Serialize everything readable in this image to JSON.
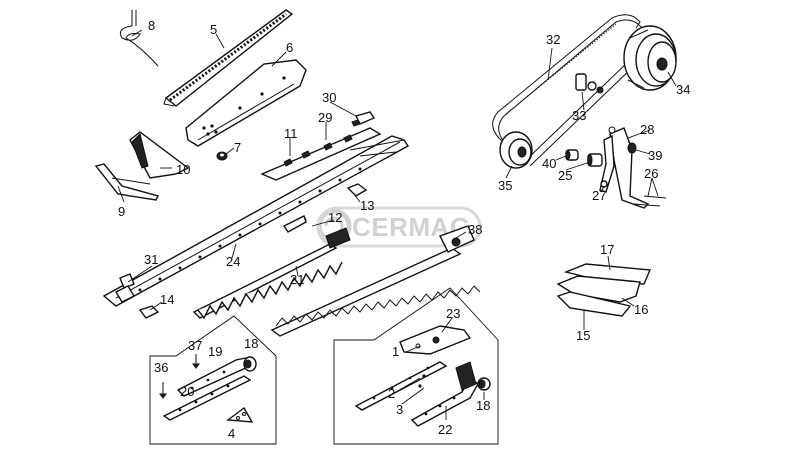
{
  "watermark": {
    "text": "CERMAG"
  },
  "callouts": {
    "c1": "1",
    "c2": "2",
    "c3": "3",
    "c4": "4",
    "c5": "5",
    "c6": "6",
    "c7": "7",
    "c8": "8",
    "c9": "9",
    "c10": "10",
    "c11": "11",
    "c12": "12",
    "c13": "13",
    "c14": "14",
    "c15": "15",
    "c16": "16",
    "c17": "17",
    "c18a": "18",
    "c18b": "18",
    "c19": "19",
    "c20": "20",
    "c21": "21",
    "c22": "22",
    "c23": "23",
    "c24": "24",
    "c25": "25",
    "c26": "26",
    "c27": "27",
    "c28": "28",
    "c29": "29",
    "c30": "30",
    "c31": "31",
    "c32": "32",
    "c33": "33",
    "c34": "34",
    "c35": "35",
    "c36": "36",
    "c37": "37",
    "c38": "38",
    "c39": "39",
    "c40": "40"
  }
}
